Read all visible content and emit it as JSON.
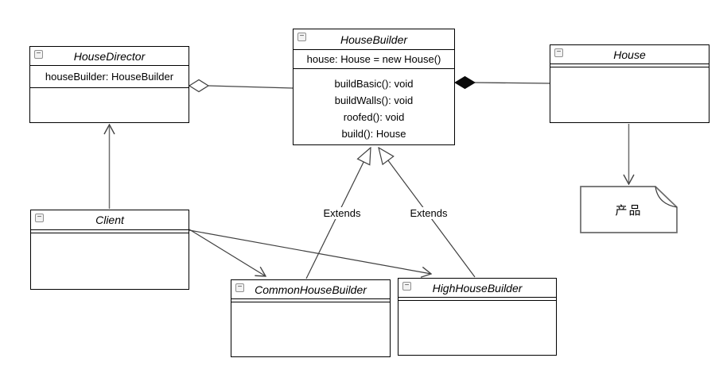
{
  "icons": {
    "collapse": "−"
  },
  "classes": {
    "house_director": {
      "title": "HouseDirector",
      "attribute": "houseBuilder: HouseBuilder"
    },
    "house_builder": {
      "title": "HouseBuilder",
      "attribute": "house: House = new House()",
      "methods": [
        "buildBasic(): void",
        "buildWalls(): void",
        "roofed(): void",
        "build(): House"
      ]
    },
    "house": {
      "title": "House"
    },
    "client": {
      "title": "Client"
    },
    "common_house_builder": {
      "title": "CommonHouseBuilder"
    },
    "high_house_builder": {
      "title": "HighHouseBuilder"
    }
  },
  "note": {
    "text": "产品"
  },
  "edges": {
    "extends_common": {
      "type": "generalization",
      "label": "Extends",
      "from": "CommonHouseBuilder",
      "to": "HouseBuilder"
    },
    "extends_high": {
      "type": "generalization",
      "label": "Extends",
      "from": "HighHouseBuilder",
      "to": "HouseBuilder"
    },
    "director_aggregates_builder": {
      "type": "aggregation",
      "from": "HouseDirector",
      "to": "HouseBuilder"
    },
    "builder_composes_house": {
      "type": "composition",
      "from": "HouseBuilder",
      "to": "House"
    },
    "client_uses_director": {
      "type": "directed-association",
      "from": "Client",
      "to": "HouseDirector"
    },
    "client_uses_common": {
      "type": "directed-association",
      "from": "Client",
      "to": "CommonHouseBuilder"
    },
    "client_uses_high": {
      "type": "directed-association",
      "from": "Client",
      "to": "HighHouseBuilder"
    },
    "house_produces_note": {
      "type": "directed-association",
      "from": "House",
      "to": "产品"
    }
  },
  "colors": {
    "box_border": "#000000",
    "box_fill": "#ffffff",
    "connector": "#454545",
    "connector_light": "#6e6e6e",
    "canvas": "#ffffff"
  }
}
